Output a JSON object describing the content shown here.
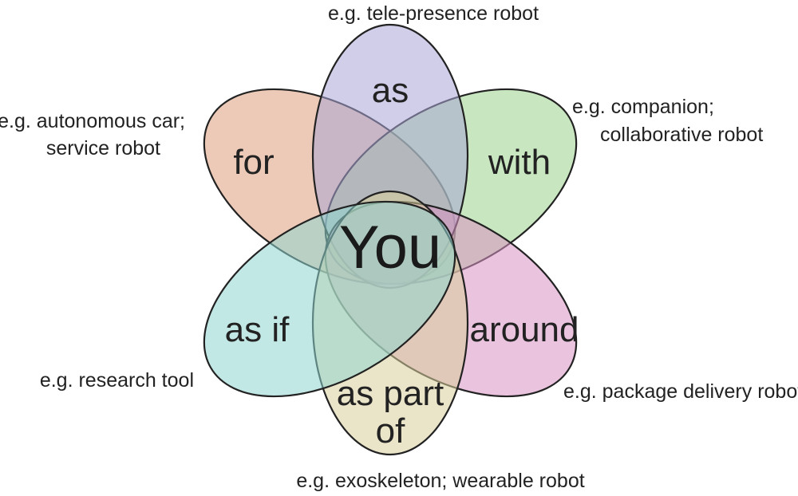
{
  "center": {
    "label": "You"
  },
  "petals": [
    {
      "id": "as",
      "label_lines": [
        "as"
      ],
      "example_lines": [
        "e.g. tele-presence robot"
      ],
      "color": "#a9a5d6"
    },
    {
      "id": "with",
      "label_lines": [
        "with"
      ],
      "example_lines": [
        "e.g. companion;",
        "collaborative robot"
      ],
      "color": "#9bd18a"
    },
    {
      "id": "around",
      "label_lines": [
        "around"
      ],
      "example_lines": [
        "e.g. package delivery robot"
      ],
      "color": "#d891c2"
    },
    {
      "id": "as-part-of",
      "label_lines": [
        "as part",
        "of"
      ],
      "example_lines": [
        "e.g. exoskeleton; wearable robot"
      ],
      "color": "#d9cd9a"
    },
    {
      "id": "as-if",
      "label_lines": [
        "as if"
      ],
      "example_lines": [
        "e.g. research tool"
      ],
      "color": "#8fd6d0"
    },
    {
      "id": "for",
      "label_lines": [
        "for"
      ],
      "example_lines": [
        "e.g. autonomous car;",
        "service robot"
      ],
      "color": "#df9e7c"
    }
  ]
}
